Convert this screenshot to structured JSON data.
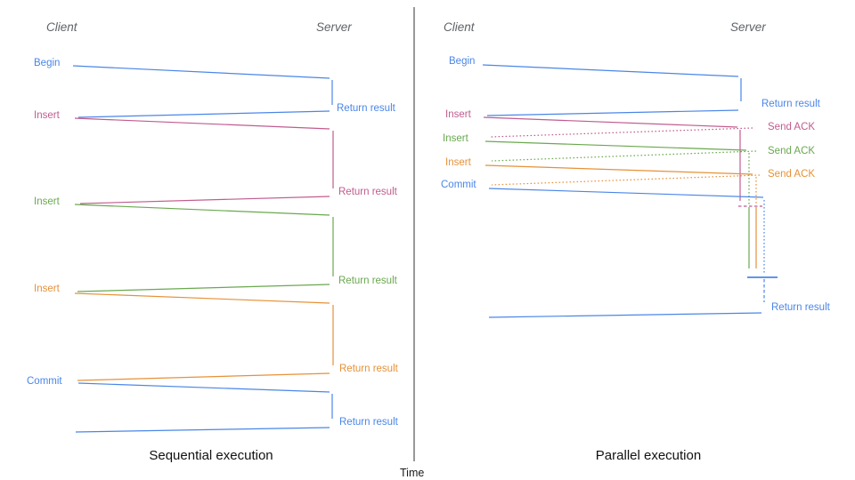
{
  "palette": {
    "blue": "#4a86e8",
    "pink": "#c05c8e",
    "green": "#6aa84f",
    "orange": "#e69138",
    "axis": "#555555",
    "header_gray": "#5f6368",
    "title_black": "#111111"
  },
  "time_axis_label": "Time",
  "left_panel": {
    "client_header": "Client",
    "server_header": "Server",
    "title": "Sequential execution",
    "steps": [
      {
        "request": "Begin",
        "response": "Return result",
        "color": "#4a86e8"
      },
      {
        "request": "Insert",
        "response": "Return result",
        "color": "#c05c8e"
      },
      {
        "request": "Insert",
        "response": "Return result",
        "color": "#6aa84f"
      },
      {
        "request": "Insert",
        "response": "Return result",
        "color": "#e69138"
      },
      {
        "request": "Commit",
        "response": "Return result",
        "color": "#4a86e8"
      }
    ]
  },
  "right_panel": {
    "client_header": "Client",
    "server_header": "Server",
    "title": "Parallel execution",
    "begin": {
      "request": "Begin",
      "response": "Return result",
      "color": "#4a86e8"
    },
    "pipelined": [
      {
        "request": "Insert",
        "ack": "Send ACK",
        "color": "#c05c8e"
      },
      {
        "request": "Insert",
        "ack": "Send ACK",
        "color": "#6aa84f"
      },
      {
        "request": "Insert",
        "ack": "Send ACK",
        "color": "#e69138"
      }
    ],
    "commit": {
      "request": "Commit",
      "response": "Return result",
      "color": "#4a86e8"
    }
  }
}
